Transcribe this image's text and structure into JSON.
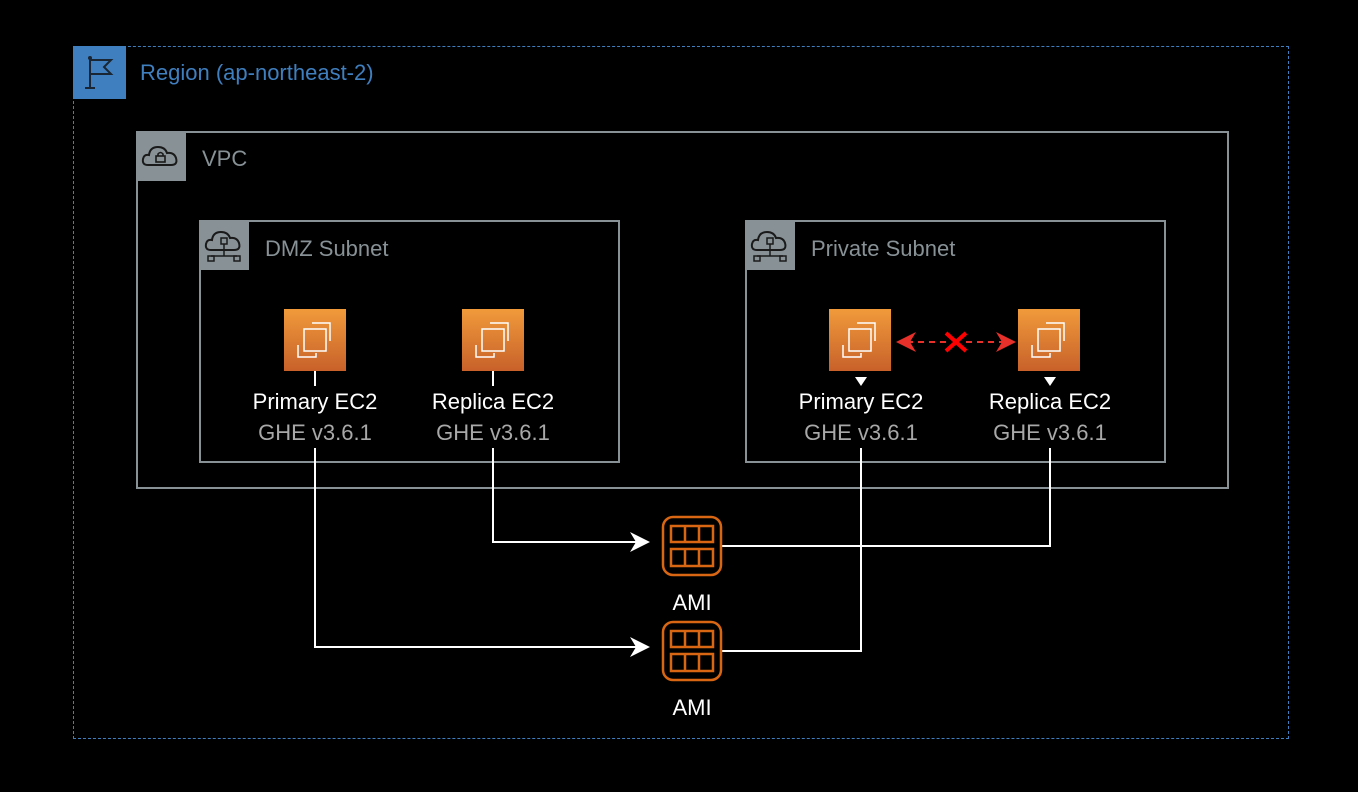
{
  "region": {
    "title": "Region (ap-northeast-2)",
    "color": "#3f7fbf"
  },
  "vpc": {
    "title": "VPC"
  },
  "subnets": [
    {
      "title": "DMZ Subnet",
      "instances": [
        {
          "name": "Primary EC2",
          "version": "GHE v3.6.1"
        },
        {
          "name": "Replica EC2",
          "version": "GHE v3.6.1"
        }
      ]
    },
    {
      "title": "Private Subnet",
      "instances": [
        {
          "name": "Primary EC2",
          "version": "GHE v3.6.1"
        },
        {
          "name": "Replica EC2",
          "version": "GHE v3.6.1"
        }
      ],
      "link_status": "blocked"
    }
  ],
  "amis": [
    {
      "label": "AMI"
    },
    {
      "label": "AMI"
    }
  ],
  "colors": {
    "ec2": "#e8822e",
    "ami": "#d86613",
    "group": "#879196",
    "blocked": "#e8302a"
  }
}
